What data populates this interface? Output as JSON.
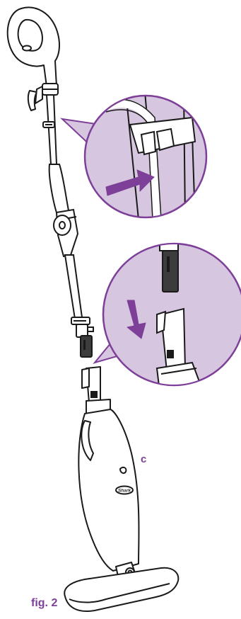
{
  "figure": {
    "caption": "fig. 2",
    "part_label": "c",
    "brand_logo": "Shark"
  },
  "colors": {
    "accent": "#7d3f98",
    "accent_light": "#d6c6e0",
    "outline": "#1a1a1a",
    "dark_part": "#3c3c3c"
  },
  "icons": [
    "arrow-right-icon",
    "arrow-down-icon"
  ]
}
